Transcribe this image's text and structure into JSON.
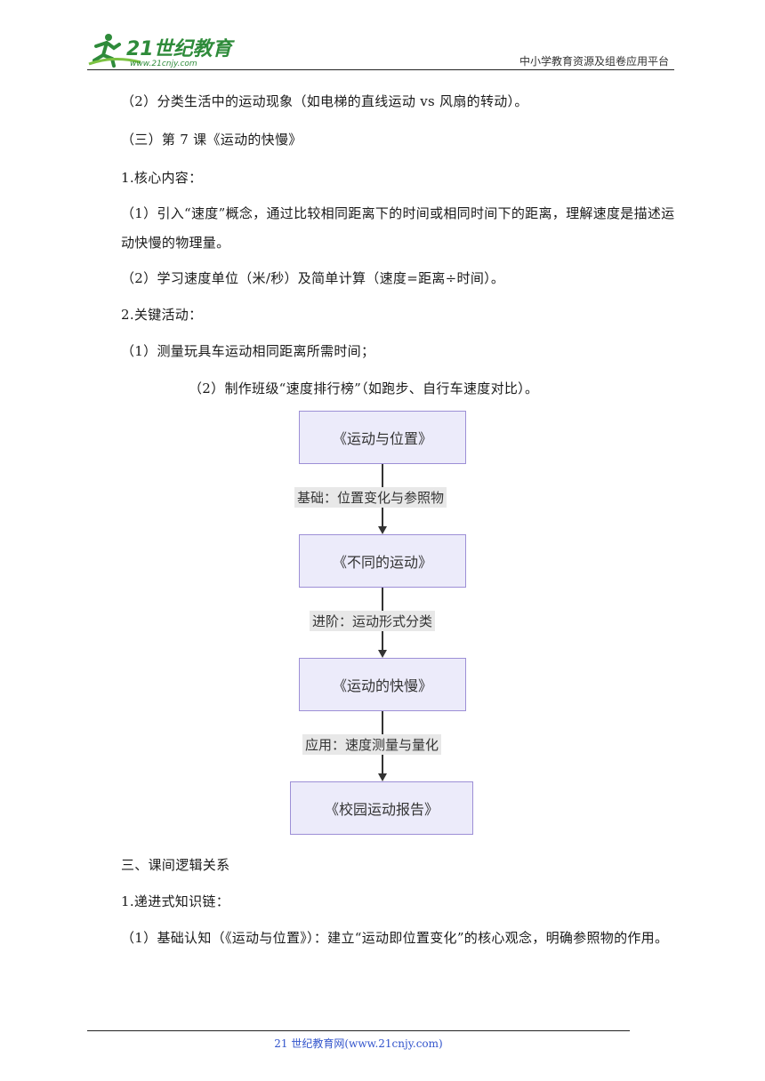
{
  "header": {
    "logo_text": "21世纪教育",
    "logo_url": "www.21cnjy.com",
    "slogan": "中小学教育资源及组卷应用平台"
  },
  "body": {
    "p1": "（2）分类生活中的运动现象（如电梯的直线运动 vs 风扇的转动）。",
    "p2": "（三）第 7 课《运动的快慢》",
    "p3": "1.核心内容：",
    "p4": "（1）引入“速度”概念，通过比较相同距离下的时间或相同时间下的距离，理解速度是描述运动快慢的物理量。",
    "p5": "（2）学习速度单位（米/秒）及简单计算（速度=距离÷时间）。",
    "p6": "2.关键活动：",
    "p7": "（1）测量玩具车运动相同距离所需时间；",
    "p8": "（2）制作班级“速度排行榜”（如跑步、自行车速度对比）。",
    "p9": "三、课间逻辑关系",
    "p10": "1.递进式知识链：",
    "p11": "（1）基础认知（《运动与位置》）：建立“运动即位置变化”的核心观念，明确参照物的作用。"
  },
  "flowchart": {
    "nodes": [
      "《运动与位置》",
      "《不同的运动》",
      "《运动的快慢》",
      "《校园运动报告》"
    ],
    "edges": [
      "基础：位置变化与参照物",
      "进阶：运动形式分类",
      "应用：速度测量与量化"
    ]
  },
  "footer": {
    "text": "21 世纪教育网(www.21cnjy.com)"
  },
  "colors": {
    "node_fill": "#ecebfa",
    "node_border": "#9d8fd6",
    "logo_green": "#2e8b3a",
    "footer_link": "#3355cc"
  }
}
